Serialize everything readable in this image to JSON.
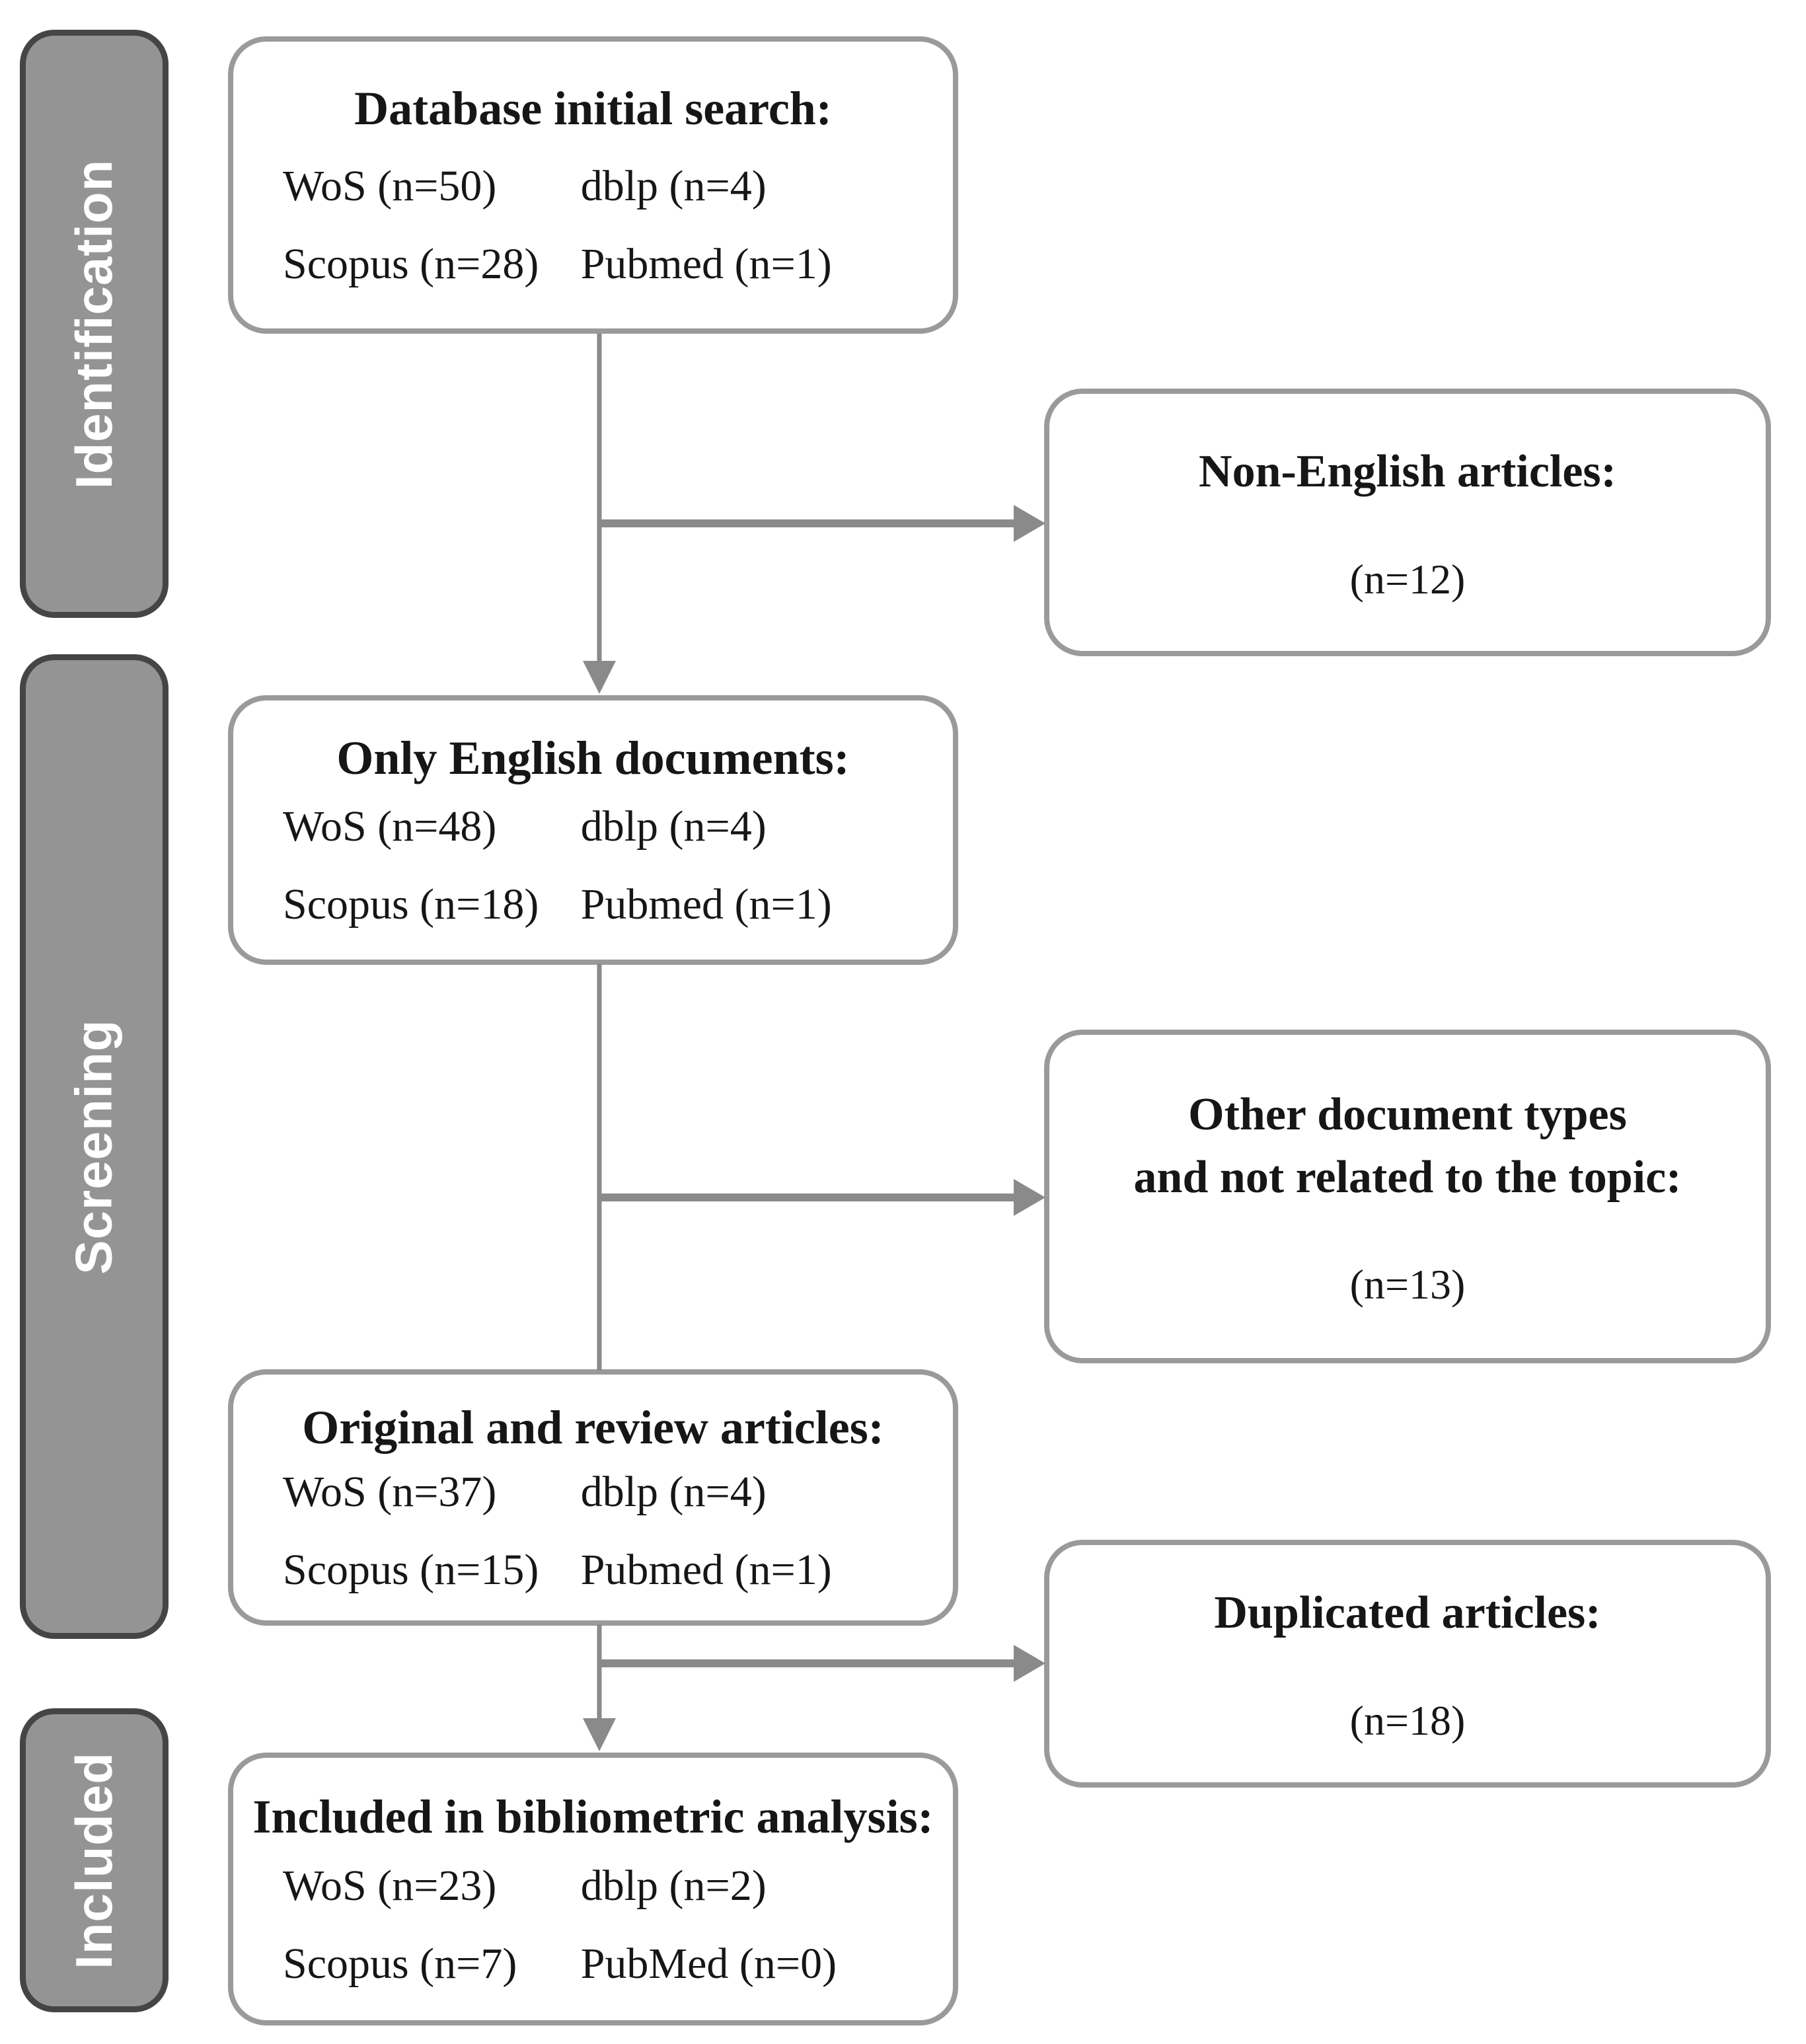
{
  "sidebar": {
    "stages": [
      {
        "label": "Identification"
      },
      {
        "label": "Screening"
      },
      {
        "label": "Included"
      }
    ]
  },
  "flow": {
    "boxes": [
      {
        "title": "Database initial search:",
        "entries": [
          "WoS (n=50)",
          "dblp (n=4)",
          "Scopus (n=28)",
          "Pubmed (n=1)"
        ]
      },
      {
        "title": "Only English documents:",
        "entries": [
          "WoS (n=48)",
          "dblp (n=4)",
          "Scopus (n=18)",
          "Pubmed (n=1)"
        ]
      },
      {
        "title": "Original and review articles:",
        "entries": [
          "WoS (n=37)",
          "dblp (n=4)",
          "Scopus (n=15)",
          "Pubmed (n=1)"
        ]
      },
      {
        "title": "Included in bibliometric analysis:",
        "entries": [
          "WoS (n=23)",
          "dblp (n=2)",
          "Scopus (n=7)",
          "PubMed (n=0)"
        ]
      }
    ],
    "exclusions": [
      {
        "lines": [
          "Non-English articles:"
        ],
        "count": "(n=12)"
      },
      {
        "lines": [
          "Other document types",
          "and not related to the topic:"
        ],
        "count": "(n=13)"
      },
      {
        "lines": [
          "Duplicated articles:"
        ],
        "count": "(n=18)"
      }
    ]
  },
  "colors": {
    "stage_fill": "#949494",
    "stage_border": "#454545",
    "stage_text": "#ffffff",
    "box_border": "#9a9a9a",
    "arrow": "#8a8a8a",
    "text": "#161616"
  }
}
